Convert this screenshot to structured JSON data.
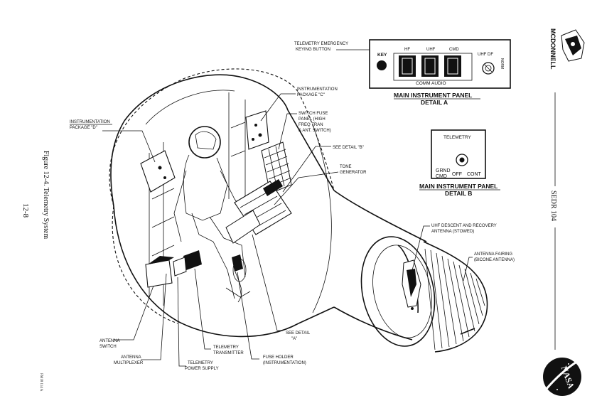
{
  "labels": {
    "telemetry_emergency": [
      "TELEMETRY EMERGENCY",
      "KEYING BUTTON"
    ],
    "instr_pkg_c": [
      "INSTRUMENTATION",
      "PACKAGE \"C\""
    ],
    "instr_pkg_d": [
      "INSTRUMENTATION",
      "PACKAGE \"D\""
    ],
    "switch_fuse": [
      "SWITCH FUSE",
      "PANEL (HIGH",
      "FREQ TRAN",
      "& ANT. SWITCH)"
    ],
    "see_detail_b": "SEE DETAIL \"B\"",
    "tone_generator": [
      "TONE",
      "GENERATOR"
    ],
    "uhf_descent": [
      "UHF DESCENT AND RECOVERY",
      "ANTENNA (STOWED)"
    ],
    "antenna_fairing": [
      "ANTENNA FAIRING",
      "(BICONE ANTENNA)"
    ],
    "see_detail_a": [
      "SEE DETAIL",
      "\"A\""
    ],
    "antenna_switch": [
      "ANTENNA",
      "SWITCH"
    ],
    "antenna_multiplexer": [
      "ANTENNA",
      "MULTIPLEXER"
    ],
    "telemetry_transmitter": [
      "TELEMETRY",
      "TRANSMITTER"
    ],
    "telemetry_power_supply": [
      "TELEMETRY",
      "POWER SUPPLY"
    ],
    "fuse_holder": [
      "FUSE HOLDER",
      "(INSTRUMENTATION)"
    ]
  },
  "detail_a": {
    "key": "KEY",
    "hf": "HF",
    "uhf": "UHF",
    "cmd": "CMD",
    "uhf_df": "UHF DF",
    "norm": "NORM",
    "comm_audio": "COMM AUDIO",
    "title": "MAIN INSTRUMENT PANEL",
    "subtitle": "DETAIL A"
  },
  "detail_b": {
    "header": "TELEMETRY",
    "grnd_cmd": [
      "GRND",
      "CMD"
    ],
    "off": "OFF",
    "cont": "CONT",
    "title": "MAIN INSTRUMENT PANEL",
    "subtitle": "DETAIL B"
  },
  "side": {
    "figure_caption": "Figure 12-4. Telemetry System",
    "page_number": "12-8",
    "form_number": "FM18 114 A",
    "company": "MCDONNELL",
    "doc_id": "SEDR 104",
    "nasa": "NASA"
  }
}
